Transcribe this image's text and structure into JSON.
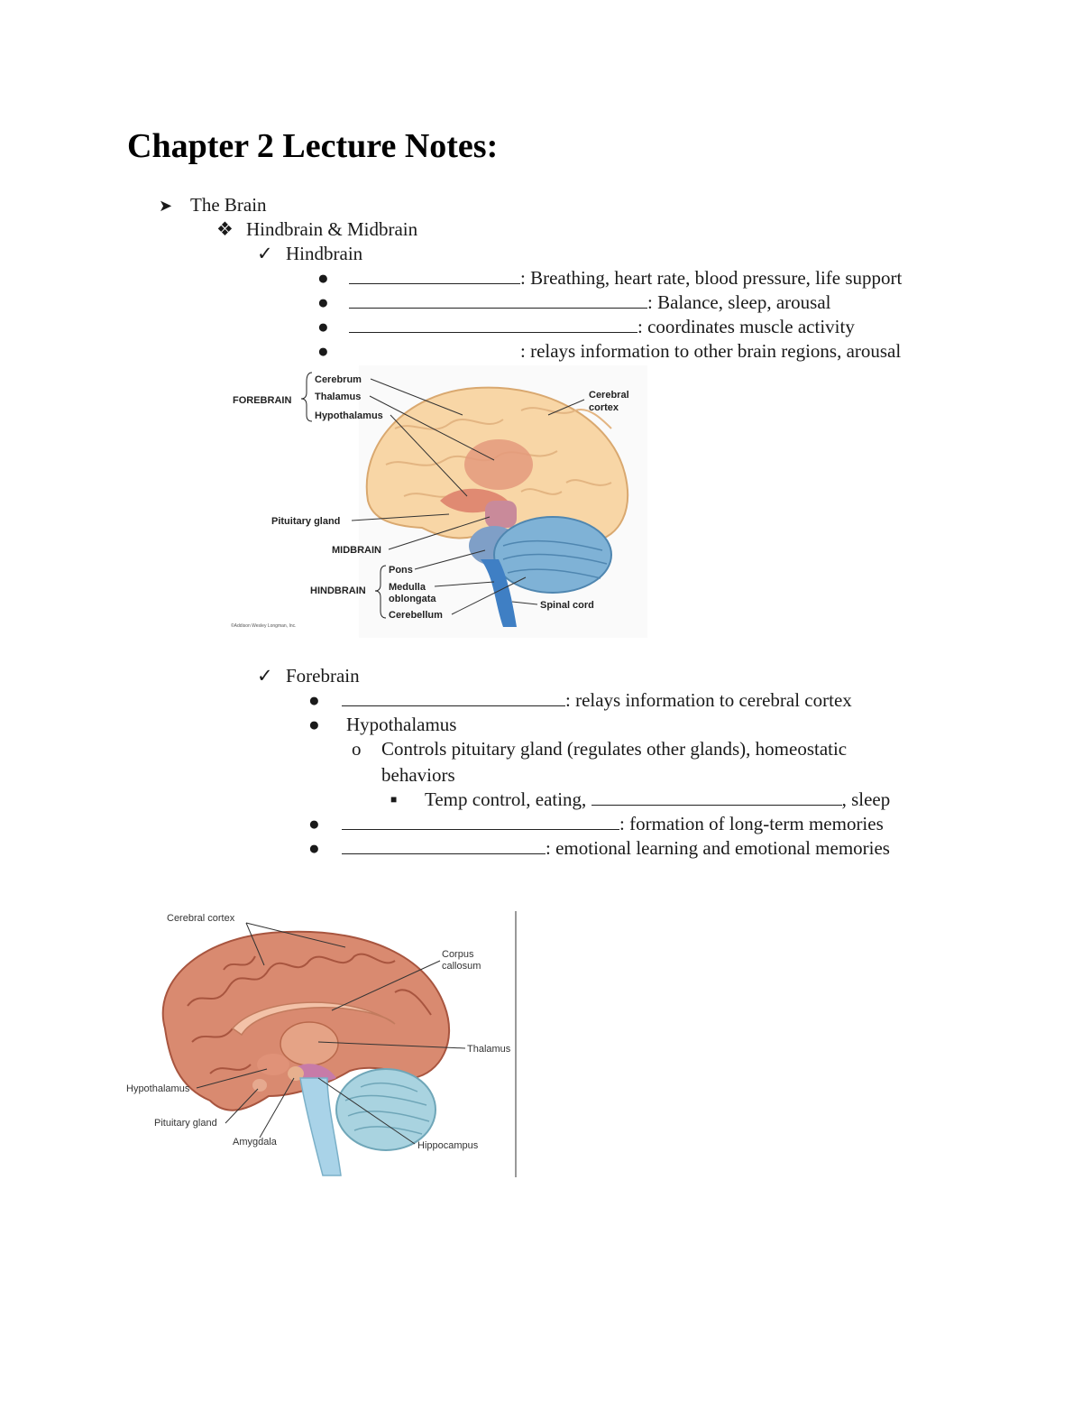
{
  "document": {
    "title": "Chapter 2 Lecture Notes:",
    "outline": {
      "level1": "The Brain",
      "level2": "Hindbrain & Midbrain",
      "hindbrain": {
        "heading": "Hindbrain",
        "items": [
          ": Breathing, heart rate, blood pressure, life support",
          ": Balance, sleep, arousal",
          ": coordinates muscle activity",
          ": relays information to other brain regions, arousal"
        ]
      },
      "forebrain": {
        "heading": "Forebrain",
        "item1": ": relays information to cerebral cortex",
        "item2": "Hypothalamus",
        "item2_sub_line1": "Controls pituitary gland (regulates other glands), homeostatic",
        "item2_sub_line2": "behaviors",
        "item2_subsub_before": "Temp control, eating, ",
        "item2_subsub_after": ", sleep",
        "item3": ": formation of long-term memories",
        "item4": ": emotional learning and emotional memories"
      }
    }
  },
  "figure1": {
    "labels": {
      "forebrain": "FOREBRAIN",
      "cerebrum": "Cerebrum",
      "thalamus": "Thalamus",
      "hypothalamus": "Hypothalamus",
      "cerebral_cortex_1": "Cerebral",
      "cerebral_cortex_2": "cortex",
      "pituitary": "Pituitary gland",
      "midbrain": "MIDBRAIN",
      "hindbrain": "HINDBRAIN",
      "pons": "Pons",
      "medulla_1": "Medulla",
      "medulla_2": "oblongata",
      "cerebellum": "Cerebellum",
      "spinal_cord": "Spinal cord",
      "copyright": "©Addison Wesley Longman, Inc."
    }
  },
  "figure2": {
    "labels": {
      "cerebral_cortex": "Cerebral cortex",
      "corpus_1": "Corpus",
      "corpus_2": "callosum",
      "thalamus": "Thalamus",
      "hypothalamus": "Hypothalamus",
      "pituitary": "Pituitary gland",
      "amygdala": "Amygdala",
      "hippocampus": "Hippocampus"
    }
  },
  "colors": {
    "cerebrum_fig1": "#f8d6a6",
    "cerebellum_fig1": "#7fb2d6",
    "cortex_fig2": "#d98a70",
    "cerebellum_fig2": "#a9d3e0"
  }
}
